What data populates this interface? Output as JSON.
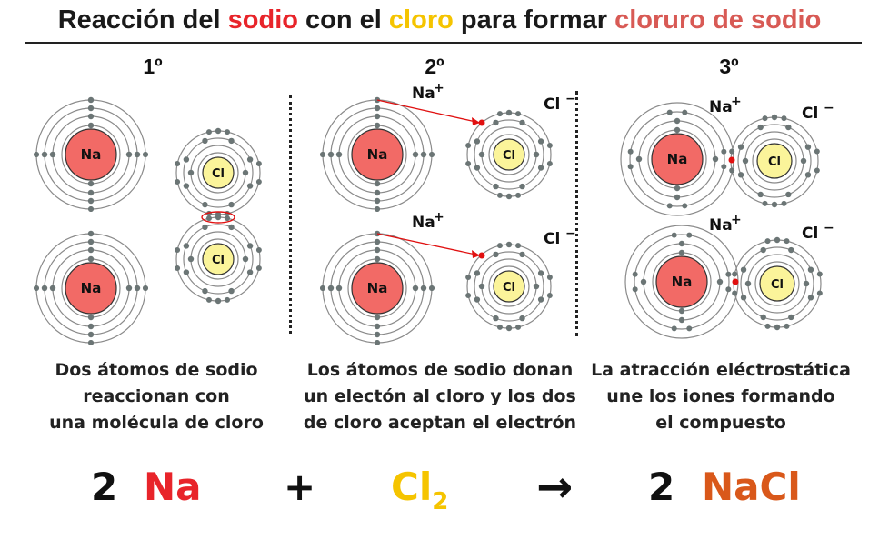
{
  "title": {
    "part1": "Reacción del ",
    "sodium": "sodio",
    "part2": " con el ",
    "chlorine": "cloro",
    "part3": " para formar ",
    "product": "cloruro de sodio"
  },
  "steps": [
    "1º",
    "2º",
    "3º"
  ],
  "atoms": {
    "na": "Na",
    "cl": "Cl"
  },
  "ions": {
    "na": "Na",
    "na_charge": "+",
    "cl": "Cl",
    "cl_charge": "−"
  },
  "captions": [
    [
      "Dos átomos de sodio",
      "reaccionan con",
      "una molécula de cloro"
    ],
    [
      "Los átomos de  sodio donan",
      "un electón al cloro y los dos",
      "de cloro aceptan el electrón"
    ],
    [
      "La atracción eléctrostática",
      "une los iones formando",
      "el compuesto"
    ]
  ],
  "equation": {
    "coef1": "2",
    "reactant1": "Na",
    "plus": "+",
    "reactant2": "Cl",
    "reactant2_sub": "2",
    "arrow": "→",
    "coef2": "2",
    "product": "NaCl"
  },
  "colors": {
    "na_nucleus": "#f26a66",
    "cl_nucleus": "#fbf49a",
    "electron": "#6b7575",
    "transfer": "#e01010",
    "title_red": "#e8242a",
    "title_yellow": "#f5c400",
    "title_pink": "#d85a55",
    "eq_na": "#e8242a",
    "eq_cl": "#f5c400",
    "eq_nacl": "#d9581a"
  }
}
